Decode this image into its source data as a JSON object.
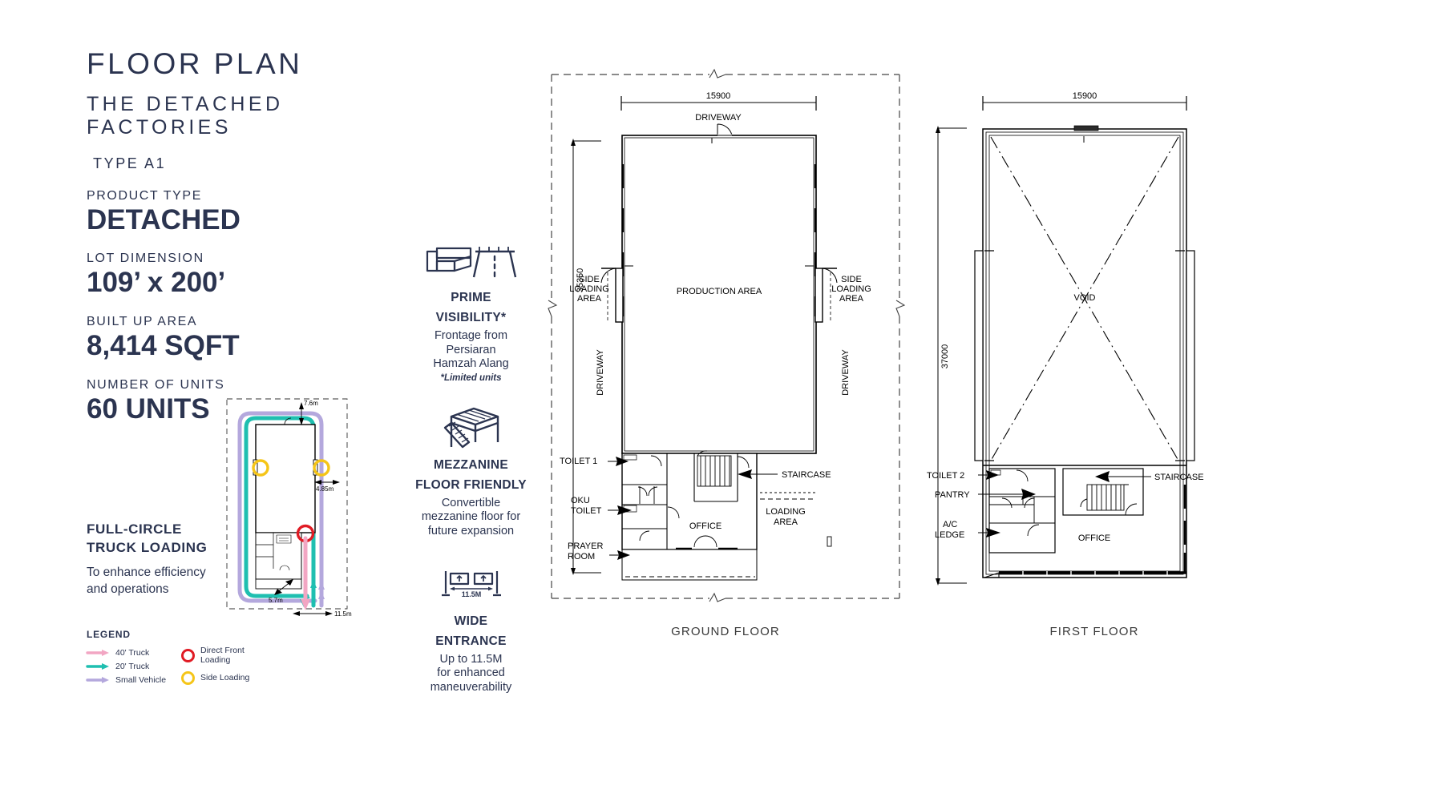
{
  "header": {
    "title": "FLOOR PLAN",
    "subtitle": "THE DETACHED FACTORIES",
    "type_line": "TYPE A1"
  },
  "specs": [
    {
      "label": "PRODUCT TYPE",
      "value": "DETACHED"
    },
    {
      "label": "LOT DIMENSION",
      "value": "109’ x 200’"
    },
    {
      "label": "BUILT UP AREA",
      "value": "8,414 SQFT"
    },
    {
      "label": "NUMBER OF UNITS",
      "value": "60 UNITS"
    }
  ],
  "truck_loading": {
    "title_line1": "FULL-CIRCLE",
    "title_line2": "TRUCK LOADING",
    "desc_line1": "To enhance efficiency",
    "desc_line2": "and operations",
    "dimensions": {
      "top": "7.6m",
      "right": "4.85m",
      "bottom_left": "5.7m",
      "bottom_right": "11.5m"
    }
  },
  "legend": {
    "title": "LEGEND",
    "routes": [
      {
        "label": "40' Truck",
        "color": "#f2a6c3"
      },
      {
        "label": "20' Truck",
        "color": "#1fbfb0"
      },
      {
        "label": "Small Vehicle",
        "color": "#b4a8dd"
      }
    ],
    "markers": [
      {
        "label_line1": "Direct Front",
        "label_line2": "Loading",
        "color": "#e01b24"
      },
      {
        "label_line1": "Side Loading",
        "label_line2": "",
        "color": "#f5c518"
      }
    ]
  },
  "features": [
    {
      "icon": "factory-road-icon",
      "title_line1": "PRIME",
      "title_line2": "VISIBILITY*",
      "desc": [
        "Frontage from",
        "Persiaran",
        "Hamzah Alang"
      ],
      "note": "*Limited units"
    },
    {
      "icon": "mezzanine-icon",
      "title_line1": "MEZZANINE",
      "title_line2": "FLOOR FRIENDLY",
      "desc": [
        "Convertible",
        "mezzanine floor for",
        "future expansion"
      ],
      "note": ""
    },
    {
      "icon": "wide-entrance-icon",
      "title_line1": "WIDE",
      "title_line2": "ENTRANCE",
      "desc": [
        "Up to 11.5M",
        "for enhanced",
        "maneuverability"
      ],
      "note": "",
      "icon_label": "11.5M"
    }
  ],
  "ground_floor": {
    "caption": "GROUND FLOOR",
    "dim_width": "15900",
    "dim_height": "35350",
    "labels": {
      "driveway_top": "DRIVEWAY",
      "driveway_left": "DRIVEWAY",
      "driveway_right": "DRIVEWAY",
      "production_area": "PRODUCTION AREA",
      "side_loading_left": [
        "SIDE",
        "LOADING",
        "AREA"
      ],
      "side_loading_right": [
        "SIDE",
        "LOADING",
        "AREA"
      ],
      "toilet1": "TOILET 1",
      "oku_toilet": [
        "OKU",
        "TOILET"
      ],
      "prayer_room": [
        "PRAYER",
        "ROOM"
      ],
      "office": "OFFICE",
      "staircase": "STAIRCASE",
      "loading_area": [
        "LOADING",
        "AREA"
      ]
    }
  },
  "first_floor": {
    "caption": "FIRST FLOOR",
    "dim_width": "15900",
    "dim_height": "37000",
    "labels": {
      "void": "VOID",
      "toilet2": "TOILET 2",
      "pantry": "PANTRY",
      "ac_ledge": [
        "A/C",
        "LEDGE"
      ],
      "staircase": "STAIRCASE",
      "office": "OFFICE"
    }
  },
  "colors": {
    "navy": "#2b3450",
    "line": "#000000",
    "caption": "#3a3a3a"
  }
}
